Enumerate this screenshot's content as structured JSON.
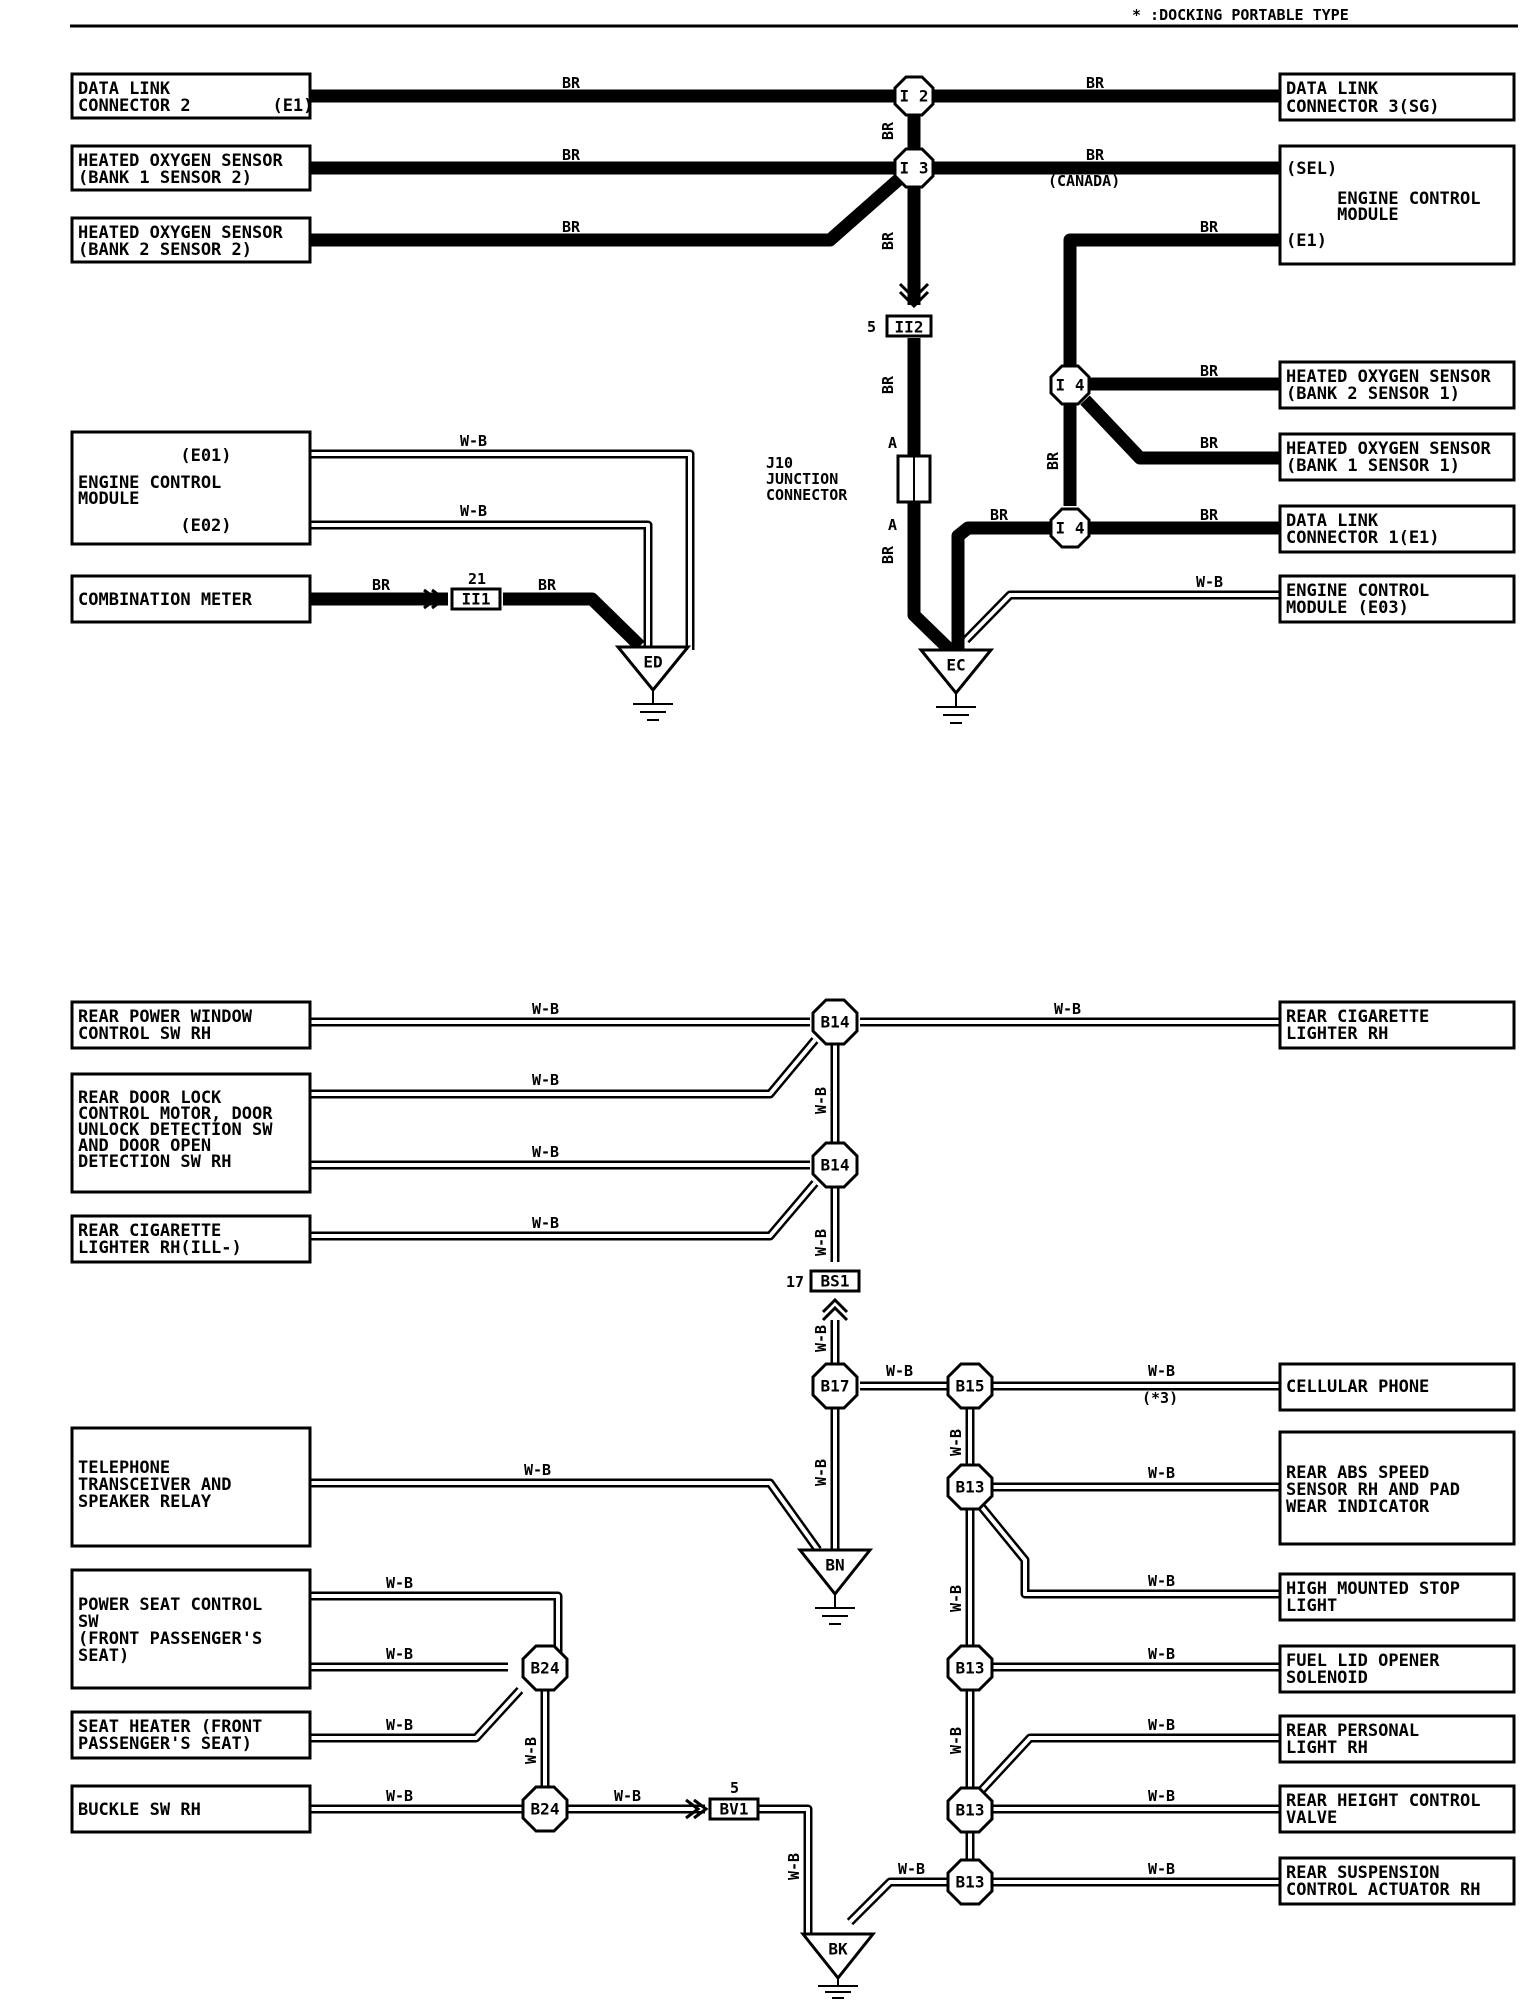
{
  "header": {
    "note": "* :DOCKING PORTABLE TYPE"
  },
  "wire_colors": {
    "br": "BR",
    "wb": "W-B"
  },
  "boxes": {
    "dlc2": [
      "DATA LINK",
      "CONNECTOR 2        (E1)"
    ],
    "ho2s_b1s2": [
      "HEATED OXYGEN SENSOR",
      "(BANK 1 SENSOR 2)"
    ],
    "ho2s_b2s2": [
      "HEATED OXYGEN SENSOR",
      "(BANK 2 SENSOR 2)"
    ],
    "ecm_left": [
      "          (E01)",
      "ENGINE CONTROL",
      "MODULE",
      "          (E02)"
    ],
    "comb_meter": [
      "COMBINATION METER"
    ],
    "dlc3": [
      "DATA LINK",
      "CONNECTOR 3(SG)"
    ],
    "ecm_right": [
      "(SEL)",
      "     ENGINE CONTROL",
      "     MODULE",
      "(E1)"
    ],
    "ho2s_b2s1": [
      "HEATED OXYGEN SENSOR",
      "(BANK 2 SENSOR 1)"
    ],
    "ho2s_b1s1": [
      "HEATED OXYGEN SENSOR",
      "(BANK 1 SENSOR 1)"
    ],
    "dlc1": [
      "DATA LINK",
      "CONNECTOR 1(E1)"
    ],
    "ecm_e03": [
      "ENGINE CONTROL",
      "MODULE (E03)"
    ],
    "rpw": [
      "REAR POWER WINDOW",
      "CONTROL SW RH"
    ],
    "rdl": [
      "REAR DOOR LOCK",
      "CONTROL MOTOR, DOOR",
      "UNLOCK DETECTION SW",
      "AND DOOR OPEN",
      "DETECTION SW RH"
    ],
    "rcl_ill": [
      "REAR CIGARETTE",
      "LIGHTER RH(ILL-)"
    ],
    "tel": [
      "TELEPHONE",
      "TRANSCEIVER AND",
      "SPEAKER RELAY"
    ],
    "psc": [
      "POWER SEAT CONTROL",
      "SW",
      "(FRONT PASSENGER'S",
      "SEAT)"
    ],
    "seat_heater": [
      "SEAT HEATER (FRONT",
      "PASSENGER'S SEAT)"
    ],
    "buckle": [
      "BUCKLE SW RH"
    ],
    "rcl": [
      "REAR CIGARETTE",
      "LIGHTER RH"
    ],
    "cell": [
      "CELLULAR PHONE"
    ],
    "abs": [
      "REAR ABS SPEED",
      "SENSOR RH AND PAD",
      "WEAR INDICATOR"
    ],
    "hmsl": [
      "HIGH MOUNTED STOP",
      "LIGHT"
    ],
    "fuel": [
      "FUEL LID OPENER",
      "SOLENOID"
    ],
    "rpl": [
      "REAR PERSONAL",
      "LIGHT RH"
    ],
    "rhc": [
      "REAR HEIGHT CONTROL",
      "VALVE"
    ],
    "rsc": [
      "REAR SUSPENSION",
      "CONTROL ACTUATOR RH"
    ]
  },
  "nodes": {
    "i2": "I 2",
    "i3": "I 3",
    "i4a": "I 4",
    "i4b": "I 4",
    "b14a": "B14",
    "b14b": "B14",
    "b17": "B17",
    "b15": "B15",
    "b13a": "B13",
    "b13b": "B13",
    "b13c": "B13",
    "b13d": "B13",
    "b24a": "B24",
    "b24b": "B24"
  },
  "connectors": {
    "ii2": "II2",
    "ii2_pin": "5",
    "ii1": "II1",
    "ii1_pin": "21",
    "bs1": "BS1",
    "bs1_pin": "17",
    "bv1": "BV1",
    "bv1_pin": "5"
  },
  "junction": {
    "name": [
      "J10",
      "JUNCTION",
      "CONNECTOR"
    ],
    "pin_top": "A",
    "pin_bottom": "A"
  },
  "grounds": {
    "ed": "ED",
    "ec": "EC",
    "bn": "BN",
    "bk": "BK"
  },
  "notes": {
    "canada": "(CANADA)",
    "star3": "(*3)"
  }
}
